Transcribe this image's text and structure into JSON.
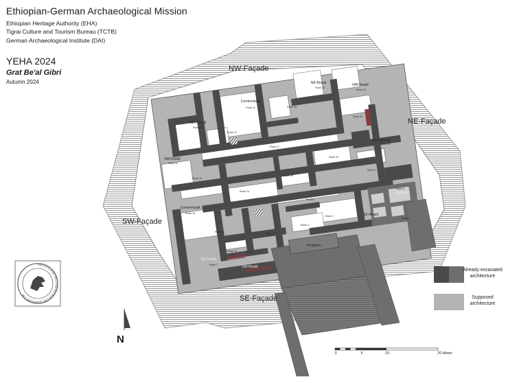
{
  "header": {
    "mission": "Ethiopian-German Archaeological Mission",
    "institutions": [
      "Ethiopian Heritage Authority (EHA)",
      "Tigrai Culture and Tourism Bureau (TCTB)",
      "German Archaeological Institute (DAI)"
    ]
  },
  "project": {
    "title": "YEHA 2024",
    "site": "Grat Be'al Gibri",
    "season": "Autumn 2024"
  },
  "facades": {
    "nw": "NW-Façade",
    "ne": "NE-Façade",
    "sw": "SW-Façade",
    "se": "SE-Façade"
  },
  "risalits": {
    "centre_top": "Centrerisalit",
    "sw": "SW-Risalit",
    "ne": "NE-Risalit",
    "nw_top": "NW-Risalit",
    "nw_left": "NW-Risalit",
    "centre_left": "Centrerisalit",
    "centre_right": "Centrerisalit",
    "se_right": "SE-Risalit",
    "se_bottom": "SE-Risalit",
    "sw_bottom": "SW-Risalit",
    "se_mid": "SE-Risalit"
  },
  "rooms": {
    "r11": "Room 11",
    "r23": "Room 23",
    "r20": "Room 20",
    "r22": "Room 22",
    "r24": "Room 24",
    "r12": "Room 12",
    "r21": "Room 21",
    "r17": "Room 17",
    "r15": "Room 15",
    "r19": "Room 19",
    "r14": "Room 14",
    "r16": "Room 16",
    "r18": "Room 18",
    "r13": "Room 13",
    "r10": "Room 10",
    "r9": "Room 9",
    "r8": "Room 8",
    "r6": "Room 6",
    "r5": "Room 5",
    "r4": "Room 4",
    "r3": "Room 3",
    "r2": "Room 2",
    "r7": "Room 7",
    "r1": "Room 1",
    "r26": "Room 26",
    "r25": "Room 25"
  },
  "propylon": "Propylon",
  "legend": {
    "excavated": "Already excavated architecture",
    "supposed": "Supposed architecture"
  },
  "scale": {
    "ticks": [
      "0",
      "5",
      "10",
      "20 Meter"
    ]
  },
  "north": "N",
  "seal": {
    "text": "INSTITUTUM ARCHAEOLOGICUM GERMANICUM"
  },
  "colors": {
    "excavated_dark": "#4a4a4a",
    "excavated_mid": "#6e6e6e",
    "supposed": "#b4b4b4",
    "stairs": "#787878"
  }
}
